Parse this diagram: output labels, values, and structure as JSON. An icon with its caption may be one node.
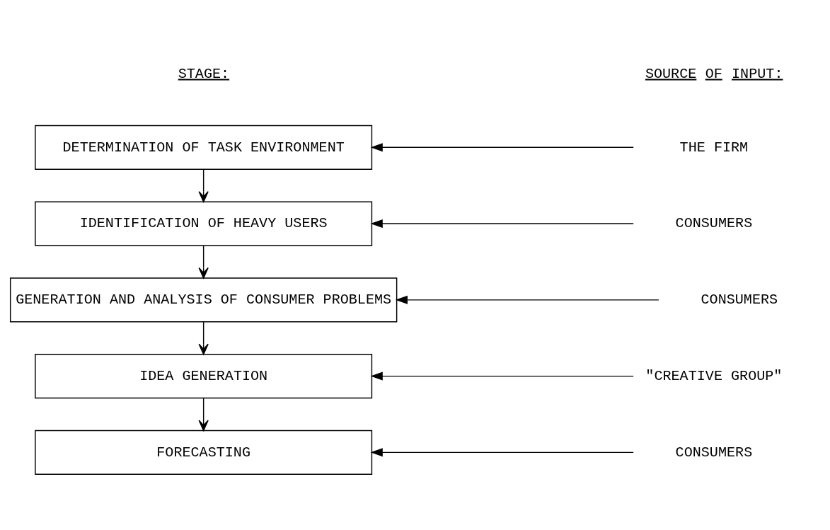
{
  "diagram": {
    "nodes": [
      {
        "text": [
          "DETERMINATION OF TASK ENVIRONMENT"
        ]
      },
      {
        "text": [
          "IDENTIFICATION OF HEAVY USERS"
        ]
      },
      {
        "text": [
          "GENERATION AND ANALYSIS OF CONSUMER PROBLEMS"
        ]
      },
      {
        "text": [
          "IDEA GENERATION"
        ]
      },
      {
        "text": [
          "FORECASTING"
        ]
      },
      {
        "text": [
          "THE FIRM"
        ]
      },
      {
        "text": [
          "CONSUMERS"
        ]
      },
      {
        "text": [
          "CONSUMERS"
        ]
      },
      {
        "text": [
          "\"CREATIVE GROUP\""
        ]
      },
      {
        "text": [
          "CONSUMERS"
        ]
      }
    ],
    "edges": [
      {
        "from": 0,
        "to": 1,
        "arrow": "to"
      },
      {
        "from": 1,
        "to": 2,
        "arrow": "to"
      },
      {
        "from": 2,
        "to": 3,
        "arrow": "to"
      },
      {
        "from": 3,
        "to": 4,
        "arrow": "to"
      },
      {
        "from": 5,
        "to": 0,
        "arrow": "to"
      },
      {
        "from": 6,
        "to": 1,
        "arrow": "to"
      },
      {
        "from": 7,
        "to": 2,
        "arrow": "to"
      },
      {
        "from": 8,
        "to": 3,
        "arrow": "to"
      },
      {
        "from": 9,
        "to": 4,
        "arrow": "to"
      }
    ],
    "labels": [
      "STAGE:",
      "SOURCE OF INPUT:"
    ]
  }
}
